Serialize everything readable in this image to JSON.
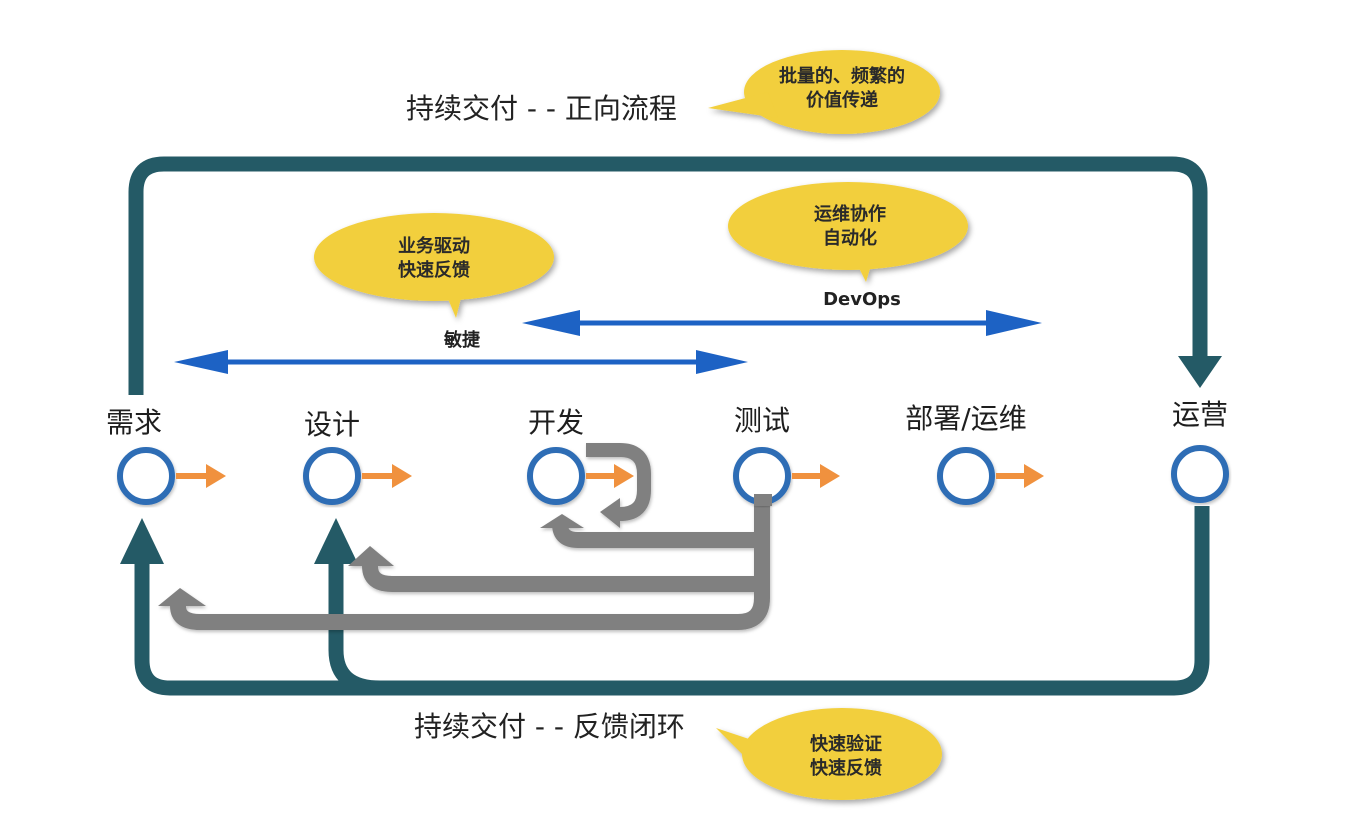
{
  "forward_flow": {
    "title": "持续交付 - - 正向流程",
    "bubble_lines": [
      "批量的、频繁的",
      "价值传递"
    ]
  },
  "feedback_loop": {
    "title": "持续交付 - - 反馈闭环",
    "bubble_lines": [
      "快速验证",
      "快速反馈"
    ]
  },
  "agile": {
    "label": "敏捷",
    "bubble_lines": [
      "业务驱动",
      "快速反馈"
    ]
  },
  "devops": {
    "label": "DevOps",
    "bubble_lines": [
      "运维协作",
      "自动化"
    ]
  },
  "stages": [
    {
      "label": "需求"
    },
    {
      "label": "设计"
    },
    {
      "label": "开发"
    },
    {
      "label": "测试"
    },
    {
      "label": "部署/运维"
    },
    {
      "label": "运营"
    }
  ],
  "colors": {
    "loop": "#245a66",
    "blue_arrow": "#1d62c4",
    "node_ring": "#2e6db5",
    "orange_arrow": "#f0913e",
    "gray_arrow": "#808080",
    "bubble": "#f2cf3c"
  }
}
